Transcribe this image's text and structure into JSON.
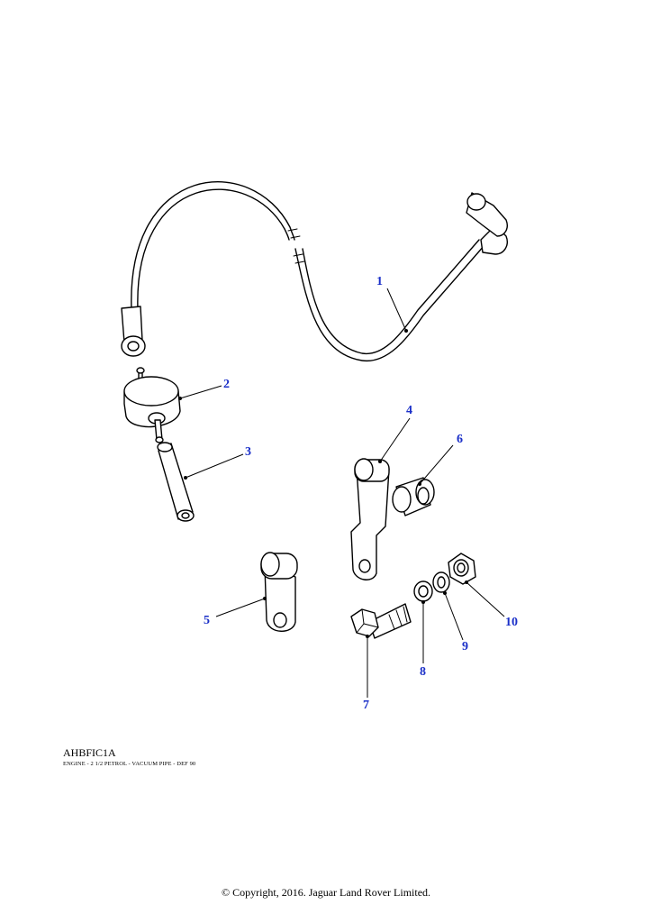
{
  "diagram": {
    "reference_code": "AHBFIC1A",
    "caption": "ENGINE - 2 1/2 PETROL - VACUUM PIPE - DEF 90",
    "copyright": "© Copyright, 2016. Jaguar Land Rover Limited.",
    "callouts": {
      "c1": "1",
      "c2": "2",
      "c3": "3",
      "c4": "4",
      "c5": "5",
      "c6": "6",
      "c7": "7",
      "c8": "8",
      "c9": "9",
      "c10": "10"
    },
    "callout_color": "#1a2fc8"
  }
}
